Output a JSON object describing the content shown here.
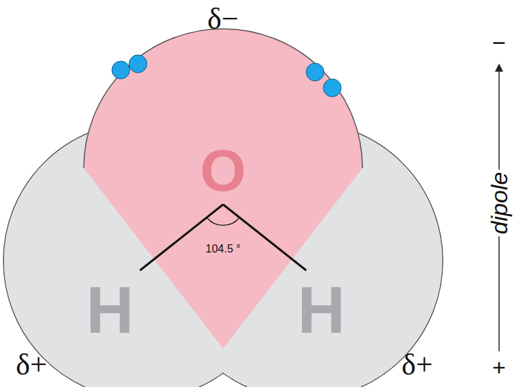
{
  "diagram": {
    "nodes": [
      {
        "text": [
          "O",
          "104.5 °"
        ]
      },
      {
        "text": [
          "H"
        ]
      },
      {
        "text": [
          "H"
        ]
      }
    ],
    "labels": [
      "δ−",
      "δ+",
      "δ+",
      "−",
      "dipole",
      "+"
    ]
  }
}
